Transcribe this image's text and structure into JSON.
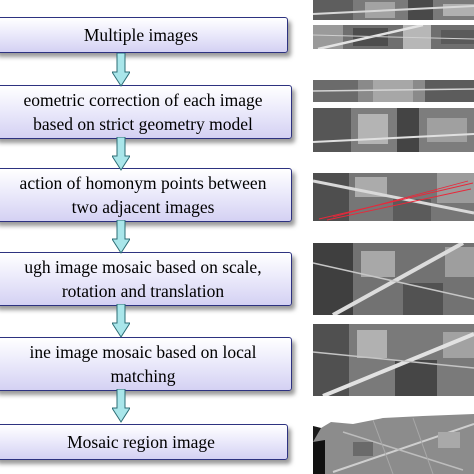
{
  "flow": {
    "steps": [
      {
        "lines": [
          "Multiple images"
        ]
      },
      {
        "lines": [
          "eometric correction of each image",
          "based on strict geometry model"
        ]
      },
      {
        "lines": [
          "action of homonym points between",
          "two adjacent images"
        ]
      },
      {
        "lines": [
          "ugh image mosaic based on scale,",
          "rotation and translation"
        ]
      },
      {
        "lines": [
          "ine image mosaic based on local",
          "matching"
        ]
      },
      {
        "lines": [
          "Mosaic region image"
        ]
      }
    ]
  },
  "colors": {
    "box_border": "#2d3280",
    "box_fill_top": "#ffffff",
    "box_fill_bottom": "#d4d1f3",
    "arrow_fill": "#a9e6ea",
    "arrow_stroke": "#2c6c74",
    "match_line": "#e8283a"
  },
  "icons": {
    "connector": "down-arrow-icon",
    "imagery": "aerial-photo-strip"
  }
}
